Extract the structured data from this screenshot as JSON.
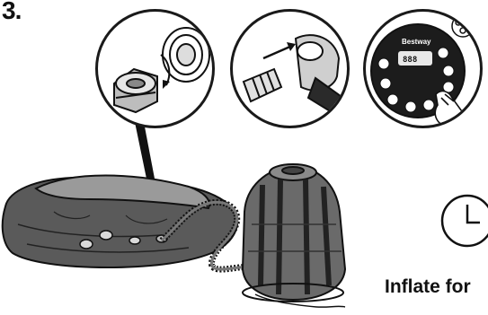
{
  "step": {
    "number": "3."
  },
  "control_panel": {
    "brand": "Bestway",
    "display": "888"
  },
  "instruction": {
    "caption": "Inflate for"
  },
  "colors": {
    "ink": "#111111",
    "tub_fill": "#555555",
    "pump_fill": "#6a6a6a",
    "panel_fill": "#1c1c1c"
  }
}
